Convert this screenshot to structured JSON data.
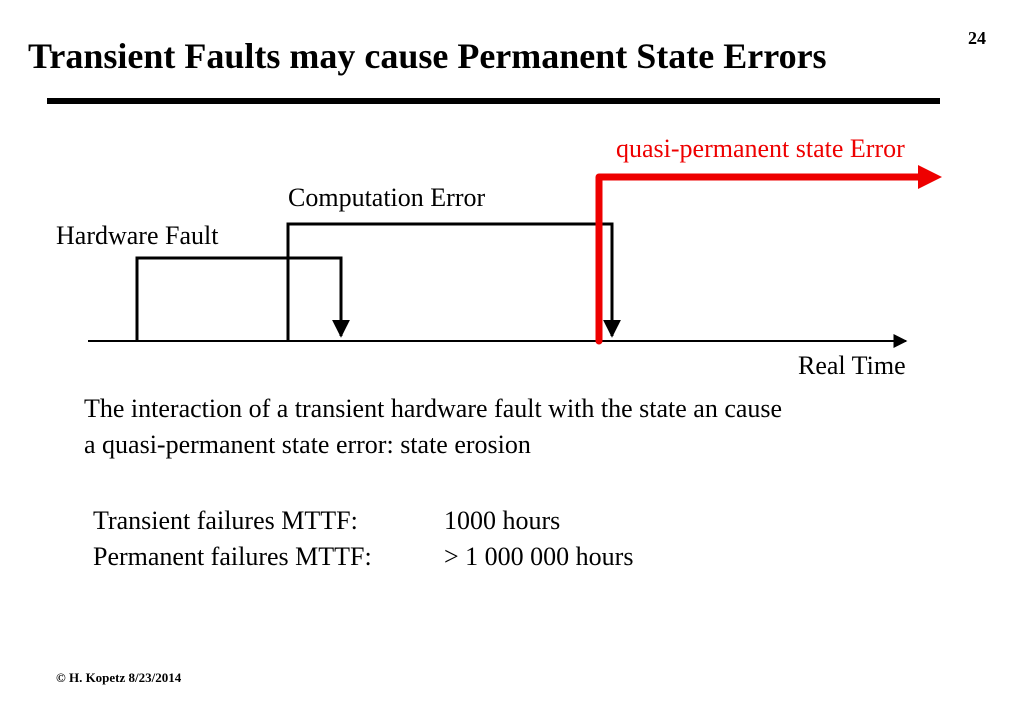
{
  "slide": {
    "title": "Transient Faults may cause Permanent State Errors",
    "page_number": "24",
    "footer": "© H. Kopetz  8/23/2014"
  },
  "diagram": {
    "labels": {
      "quasi_permanent": "quasi-permanent state Error",
      "computation_error": "Computation Error",
      "hardware_fault": "Hardware Fault",
      "time_axis": "Real Time"
    },
    "colors": {
      "error_signal": "#ee0000",
      "lines": "#000000"
    }
  },
  "description": {
    "line1": "The interaction of a transient hardware fault with the state an cause",
    "line2": "a quasi-permanent state error:  state erosion"
  },
  "stats": [
    {
      "label": "Transient failures MTTF:",
      "value": "1000 hours"
    },
    {
      "label": "Permanent failures MTTF:",
      "value": "> 1 000 000 hours"
    }
  ]
}
